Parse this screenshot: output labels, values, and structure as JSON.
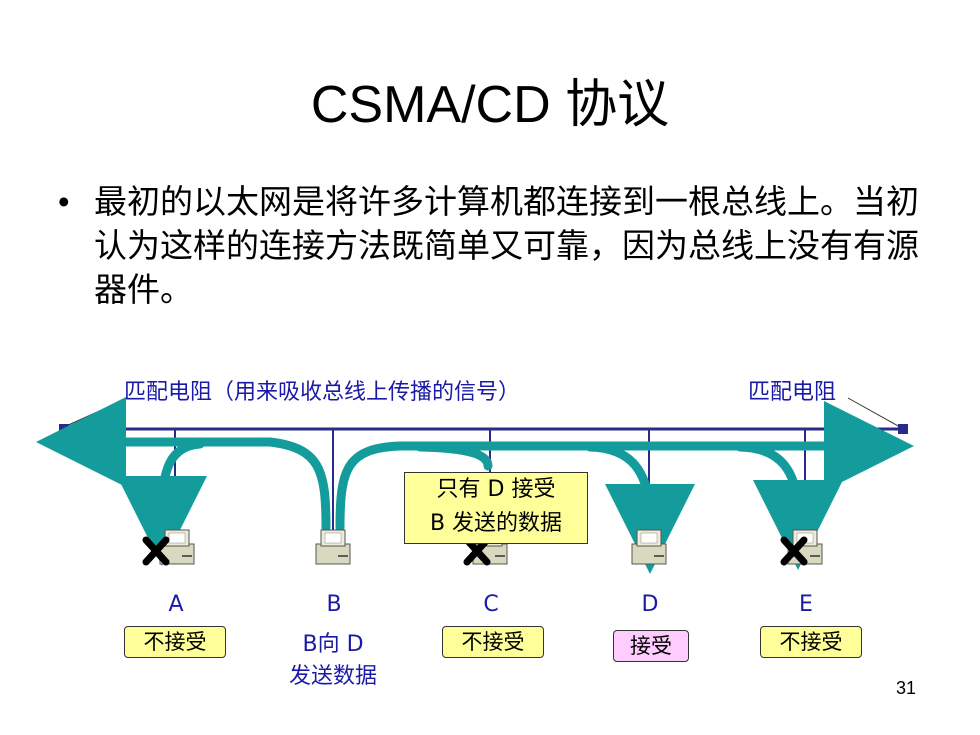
{
  "title": "CSMA/CD 协议",
  "bullet": "最初的以太网是将许多计算机都连接到一根总线上。当初认为这样的连接方法既简单又可靠，因为总线上没有有源器件。",
  "bullet_symbol": "•",
  "diagram": {
    "terminator_left_label": "匹配电阻（用来吸收总线上传播的信号）",
    "terminator_right_label": "匹配电阻",
    "callout": [
      "只有 D 接受",
      "B 发送的数据"
    ],
    "nodes": [
      {
        "name": "A",
        "status": "不接受",
        "rejected": true
      },
      {
        "name": "B",
        "status_lines": [
          "B向 D",
          "发送数据"
        ],
        "rejected": false
      },
      {
        "name": "C",
        "status": "不接受",
        "rejected": true
      },
      {
        "name": "D",
        "status": "接受",
        "rejected": false
      },
      {
        "name": "E",
        "status": "不接受",
        "rejected": true
      }
    ],
    "colors": {
      "bus": "#2a2a8a",
      "signal": "#149c9c",
      "label": "#1a1aa6",
      "box_yellow": "#ffff99",
      "box_pink": "#ffccff"
    }
  },
  "page_number": "31"
}
